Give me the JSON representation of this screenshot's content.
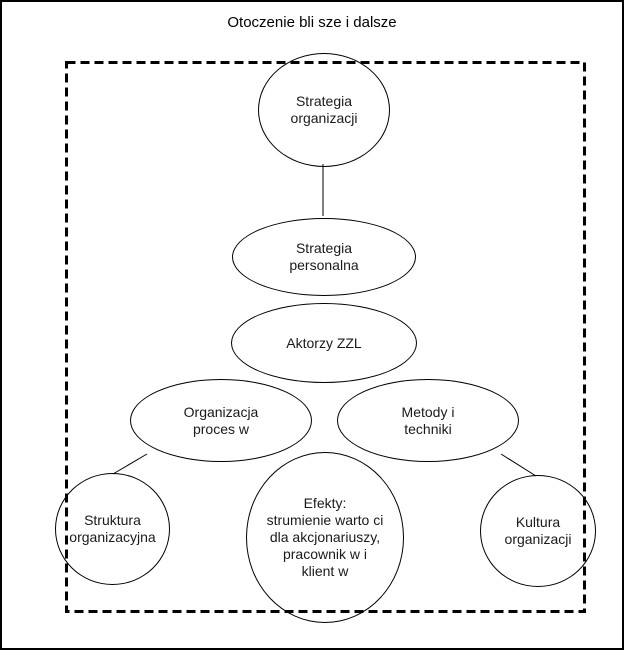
{
  "frame": {
    "title": "Otoczenie bli sze i dalsze"
  },
  "colors": {
    "line": "#000000",
    "background": "#ffffff",
    "text": "#1a1a1a"
  },
  "diagram": {
    "type": "concept-diagram",
    "boundary_style": "dashed-rectangle",
    "nodes": {
      "strategia_organizacji": {
        "label": "Strategia\norganizacji",
        "shape": "ellipse"
      },
      "strategia_personalna": {
        "label": "Strategia\npersonalna",
        "shape": "ellipse"
      },
      "aktorzy_zzl": {
        "label": "Aktorzy ZZL",
        "shape": "ellipse"
      },
      "organizacja_procesow": {
        "label": "Organizacja\nproces w",
        "shape": "ellipse"
      },
      "metody_techniki": {
        "label": "Metody i\ntechniki",
        "shape": "ellipse"
      },
      "efekty": {
        "label": "Efekty:\nstrumienie warto ci\ndla akcjonariuszy,\npracownik w i\nklient w",
        "shape": "ellipse"
      },
      "struktura_organizacyjna": {
        "label": "Struktura\norganizacyjna",
        "shape": "circle"
      },
      "kultura_organizacji": {
        "label": "Kultura\norganizacji",
        "shape": "circle"
      }
    },
    "connectors": [
      {
        "from": "strategia_organizacji",
        "to": "strategia_personalna"
      },
      {
        "from": "organizacja_procesow",
        "to": "struktura_organizacyjna"
      },
      {
        "from": "metody_techniki",
        "to": "kultura_organizacji"
      }
    ]
  }
}
